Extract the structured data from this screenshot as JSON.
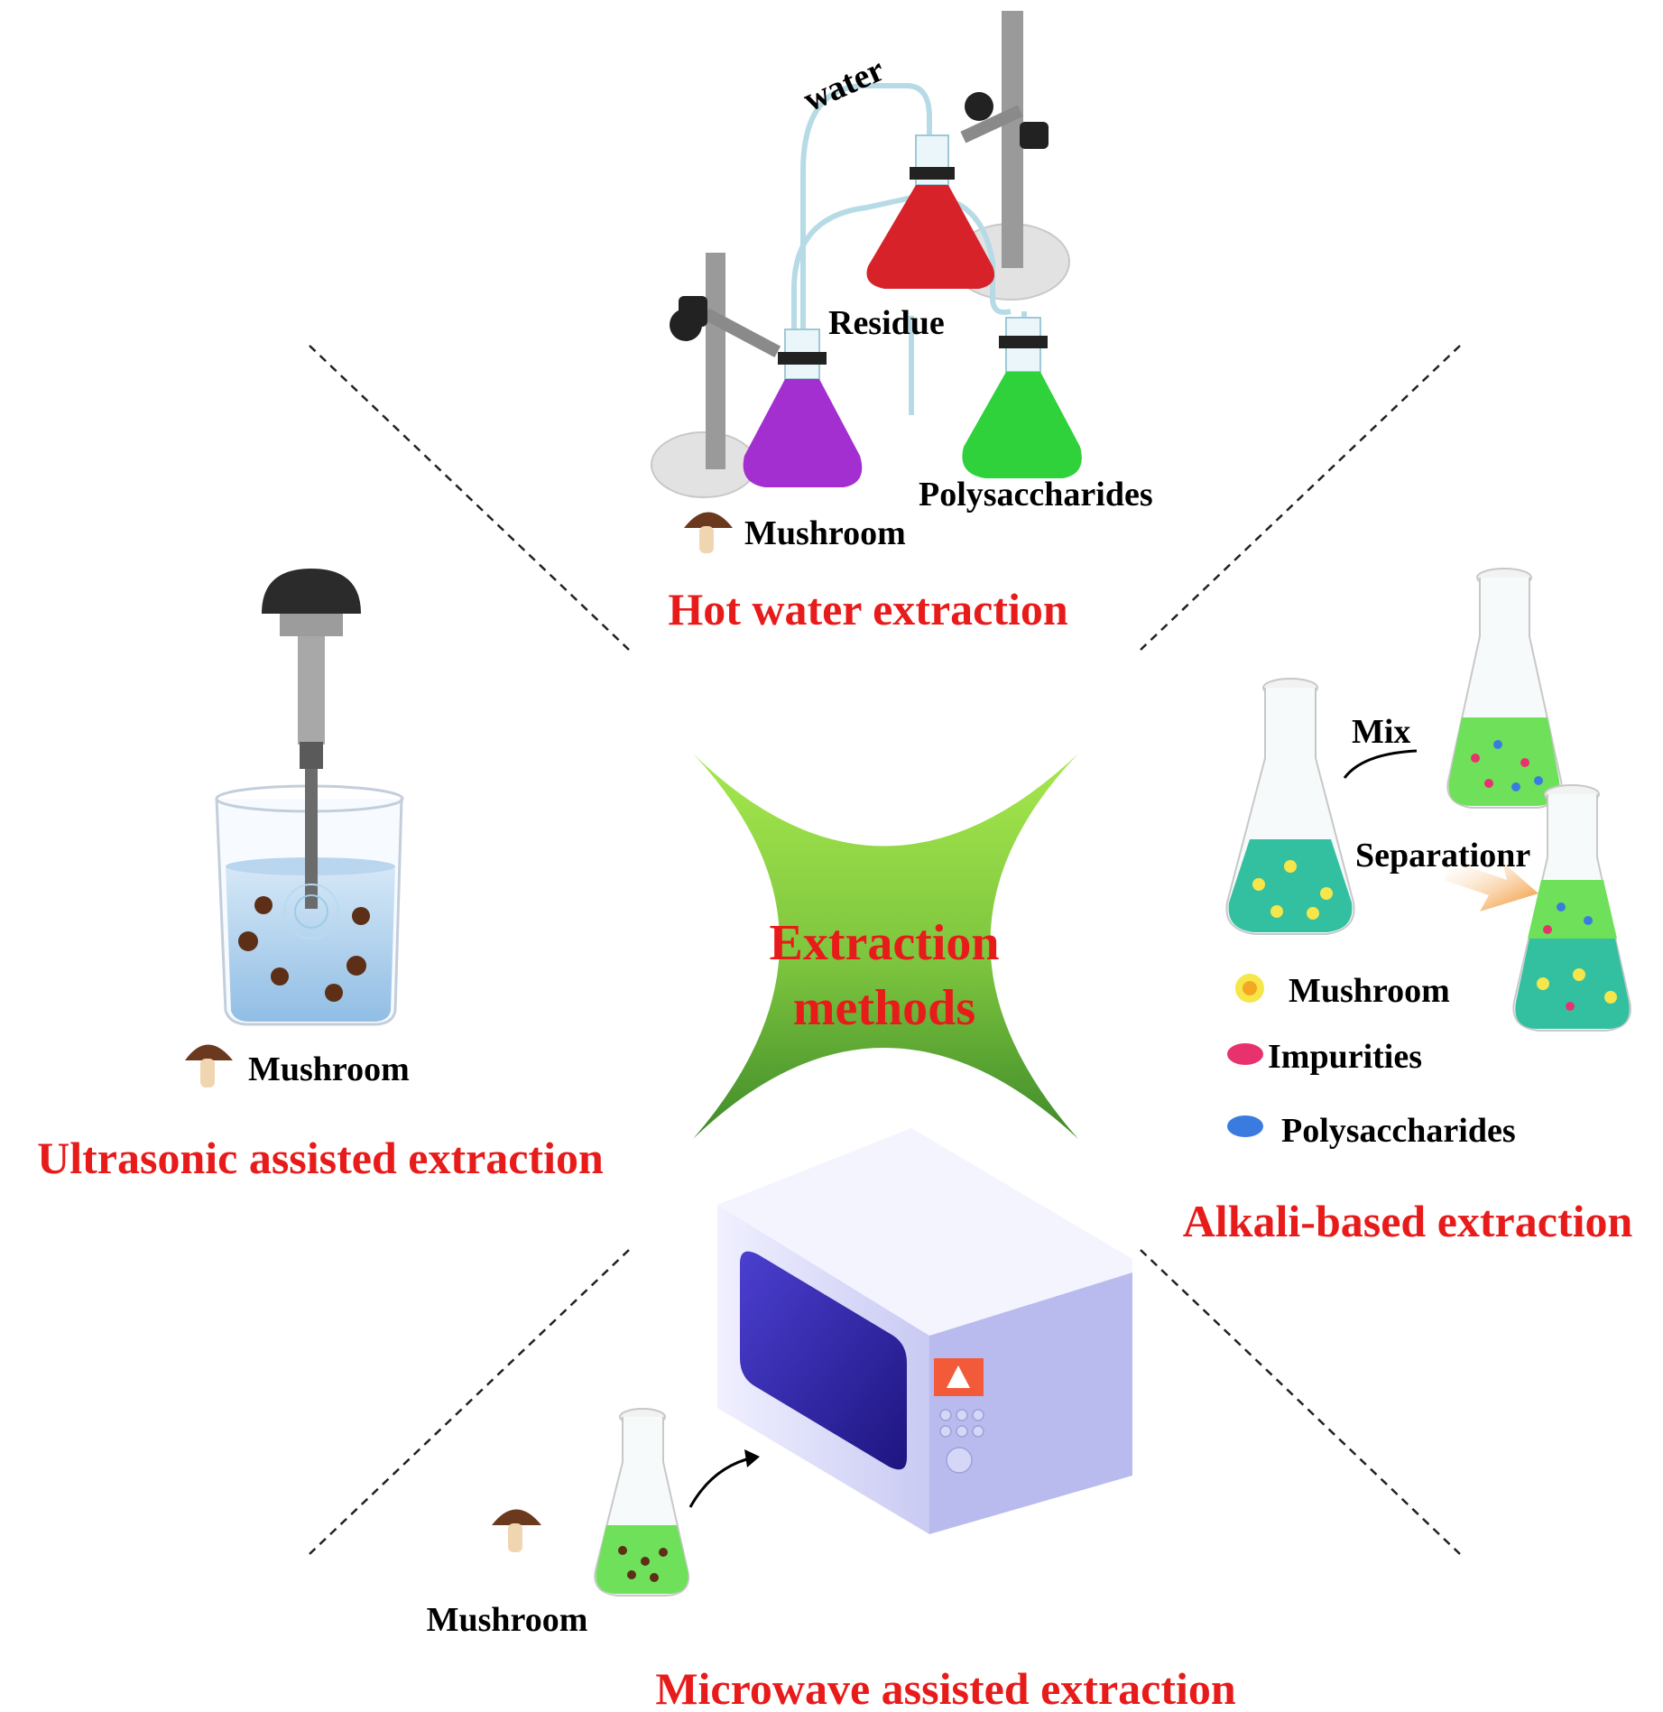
{
  "center": {
    "line1": "Extraction",
    "line2": "methods"
  },
  "hot_water": {
    "title": "Hot water extraction",
    "water": "water",
    "residue": "Residue",
    "polysaccharides": "Polysaccharides",
    "mushroom": "Mushroom"
  },
  "ultrasonic": {
    "title": "Ultrasonic assisted extraction",
    "mushroom": "Mushroom"
  },
  "alkali": {
    "title": "Alkali-based extraction",
    "mix": "Mix",
    "separation": "Separationr",
    "legend": {
      "mushroom": "Mushroom",
      "impurities": "Impurities",
      "polysaccharides": "Polysaccharides"
    }
  },
  "microwave": {
    "title": "Microwave assisted extraction",
    "mushroom": "Mushroom"
  },
  "colors": {
    "title_red": "#e81b1b",
    "star_green_top": "#9ee24a",
    "star_green_bottom": "#3f8a2a",
    "flask_purple": "#a32fd0",
    "flask_red": "#d8222a",
    "flask_green": "#2fd23a",
    "flask_teal": "#33c0a0",
    "flask_lime": "#6fe05a",
    "microwave_body": "#e4e4fb",
    "microwave_window": "#3a2fb0"
  }
}
